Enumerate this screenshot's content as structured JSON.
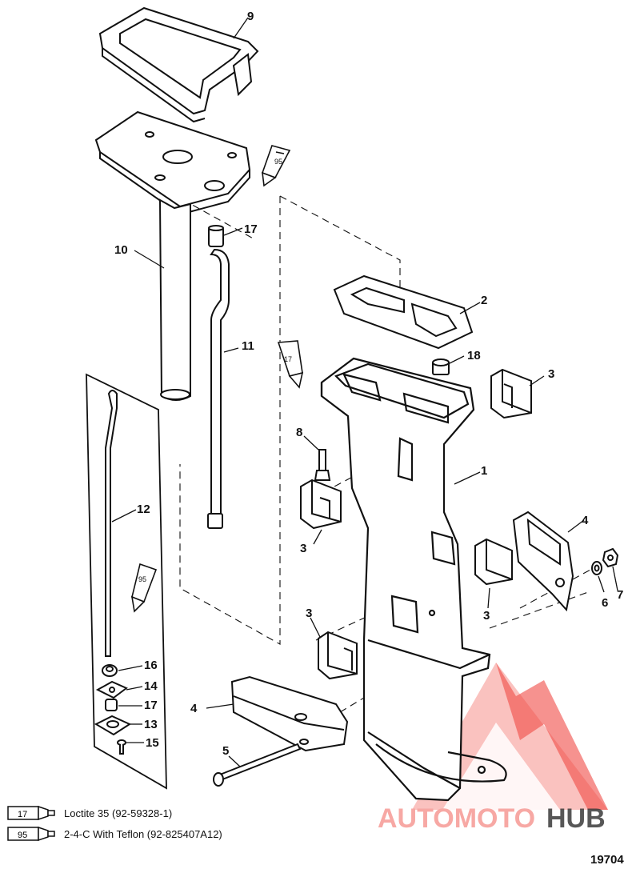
{
  "diagram": {
    "callouts": {
      "p1": "1",
      "p2": "2",
      "p3a": "3",
      "p3b": "3",
      "p3c": "3",
      "p3d": "3",
      "p4a": "4",
      "p4b": "4",
      "p5": "5",
      "p6": "6",
      "p7": "7",
      "p8": "8",
      "p9": "9",
      "p10": "10",
      "p11": "11",
      "p12": "12",
      "p13": "13",
      "p14": "14",
      "p15": "15",
      "p16": "16",
      "p17a": "17",
      "p17b": "17",
      "p18": "18"
    },
    "tube_labels": {
      "tube_a": "95",
      "tube_b": "17",
      "tube_c": "95"
    },
    "legend": [
      {
        "code": "17",
        "text": "Loctite 35 (92-59328-1)"
      },
      {
        "code": "95",
        "text": "2-4-C  With Teflon (92-825407A12)"
      }
    ],
    "figure_number": "19704",
    "watermark": {
      "part1": "AUTOMOTO",
      "part2": "HUB",
      "colors": {
        "main": "#f04a45",
        "dark": "#3a3a3a",
        "light": "#f7a8a4"
      }
    }
  }
}
